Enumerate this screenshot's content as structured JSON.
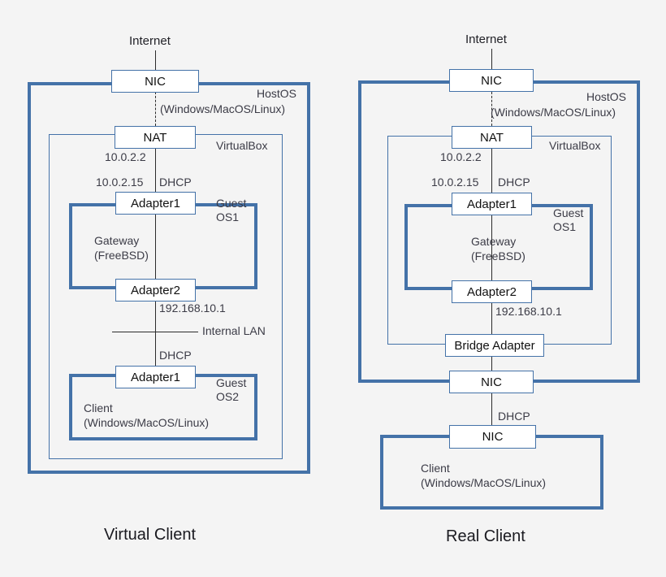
{
  "diagram": {
    "title": "VirtualBox network topology: Virtual Client vs Real Client",
    "accent_color": "#4472a8",
    "background_color": "#f4f4f4",
    "node_fill": "#ffffff",
    "line_color": "#2b2b2b",
    "text_color": "#3b3b46"
  },
  "left": {
    "caption": "Virtual Client",
    "internet_label": "Internet",
    "host_os": {
      "name_line1": "HostOS",
      "name_line2": "(Windows/MacOS/Linux)",
      "nic": "NIC"
    },
    "virtualbox": {
      "name": "VirtualBox",
      "nat": "NAT",
      "nat_ip": "10.0.2.2",
      "adapter_ip": "10.0.2.15",
      "dhcp_top": "DHCP",
      "internal_lan": "Internal LAN",
      "lan_ip": "192.168.10.1",
      "dhcp_bottom": "DHCP"
    },
    "guest_os1": {
      "badge_line1": "Guest",
      "badge_line2": "OS1",
      "role_line1": "Gateway",
      "role_line2": "(FreeBSD)",
      "adapter1": "Adapter1",
      "adapter2": "Adapter2"
    },
    "guest_os2": {
      "badge_line1": "Guest",
      "badge_line2": "OS2",
      "role_line1": "Client",
      "role_line2": "(Windows/MacOS/Linux)",
      "adapter1": "Adapter1"
    }
  },
  "right": {
    "caption": "Real Client",
    "internet_label": "Internet",
    "host_os": {
      "name_line1": "HostOS",
      "name_line2": "(Windows/MacOS/Linux)",
      "nic_top": "NIC",
      "nic_bottom": "NIC"
    },
    "virtualbox": {
      "name": "VirtualBox",
      "nat": "NAT",
      "nat_ip": "10.0.2.2",
      "adapter_ip": "10.0.2.15",
      "dhcp_top": "DHCP",
      "lan_ip": "192.168.10.1",
      "bridge_adapter": "Bridge Adapter"
    },
    "guest_os1": {
      "badge_line1": "Guest",
      "badge_line2": "OS1",
      "role_line1": "Gateway",
      "role_line2": "(FreeBSD)",
      "adapter1": "Adapter1",
      "adapter2": "Adapter2"
    },
    "real_client": {
      "nic": "NIC",
      "dhcp": "DHCP",
      "role_line1": "Client",
      "role_line2": "(Windows/MacOS/Linux)"
    }
  }
}
